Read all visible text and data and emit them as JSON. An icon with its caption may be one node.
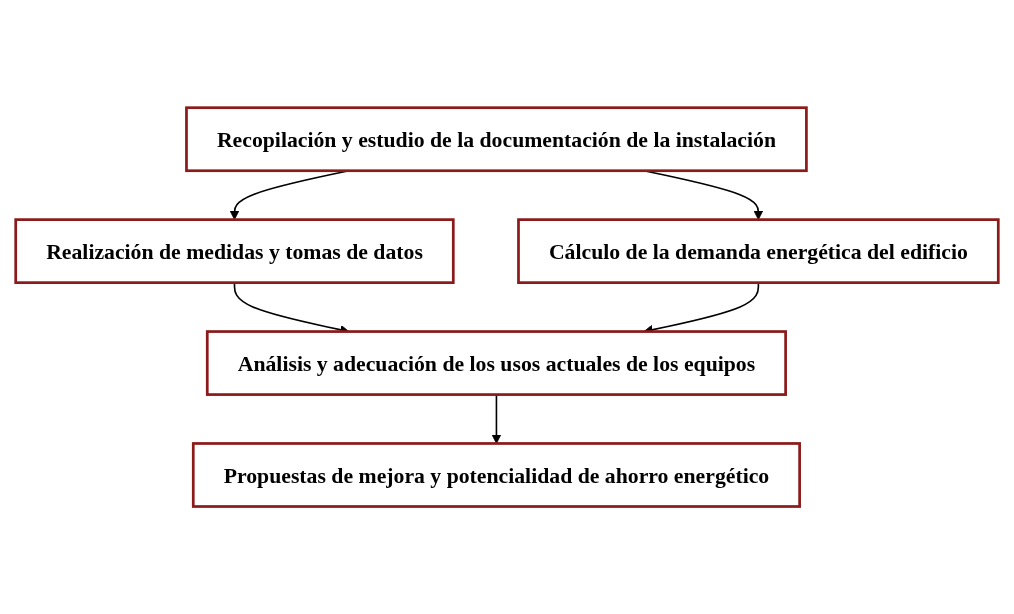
{
  "diagram": {
    "nodes": [
      {
        "text": [
          "Recopilación y estudio de la documentación de la instalación"
        ]
      },
      {
        "text": [
          "Realización de medidas y tomas de datos"
        ]
      },
      {
        "text": [
          "Cálculo de la demanda energética del edificio"
        ]
      },
      {
        "text": [
          "Análisis y adecuación de los usos actuales de los equipos"
        ]
      },
      {
        "text": [
          "Propuestas de mejora y potencialidad de ahorro energético"
        ]
      }
    ],
    "edges": [
      {
        "from": 0,
        "to": 1,
        "arrow": "to"
      },
      {
        "from": 0,
        "to": 2,
        "arrow": "to"
      },
      {
        "from": 1,
        "to": 3,
        "arrow": "to"
      },
      {
        "from": 2,
        "to": 3,
        "arrow": "to"
      },
      {
        "from": 3,
        "to": 4,
        "arrow": "to"
      }
    ]
  }
}
